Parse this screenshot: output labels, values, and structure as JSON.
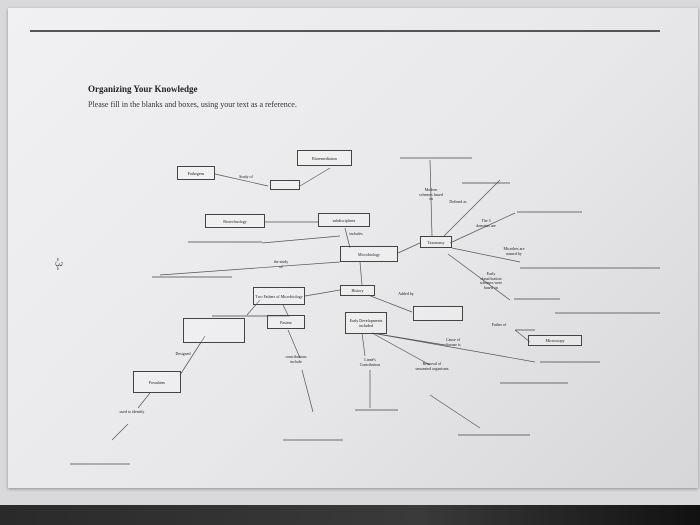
{
  "header": {
    "title": "Organizing Your Knowledge",
    "subtitle": "Please fill in the blanks and boxes, using your text as a reference."
  },
  "side_mark": "-3-",
  "nodes": {
    "pathogens": "Pathogens",
    "bioremediation": "Bioremediation",
    "biotechnology": "Biotechnology",
    "subdisciplines": "subdisciplines",
    "microbiology": "Microbiology",
    "taxonomy": "Taxonomy",
    "history": "History",
    "two_fathers": "Two Fathers of Microbiology",
    "pasteur": "Pasteur",
    "early_developments": "Early Developments included",
    "postulates": "Postulates",
    "microscopy": "Microscopy"
  },
  "labels": {
    "study_of": "Study of",
    "includes": "includes",
    "the_study_of": "the study of",
    "modern_schemes": "Modern schemes based on",
    "defined_as": "Defined as",
    "three_domains": "The 3 domains are",
    "microbes_named": "Microbes are named by",
    "early_schemes": "Early classification schemes were based on",
    "father_of": "Father of",
    "added_by": "Added by",
    "designed": "Designed",
    "contributions": "contributions include",
    "linnes": "Linné's Contribution",
    "cause_of_disease": "Cause of disease is",
    "removal": "Removal of unwanted organisms",
    "used_to_identify": "used to identify"
  }
}
